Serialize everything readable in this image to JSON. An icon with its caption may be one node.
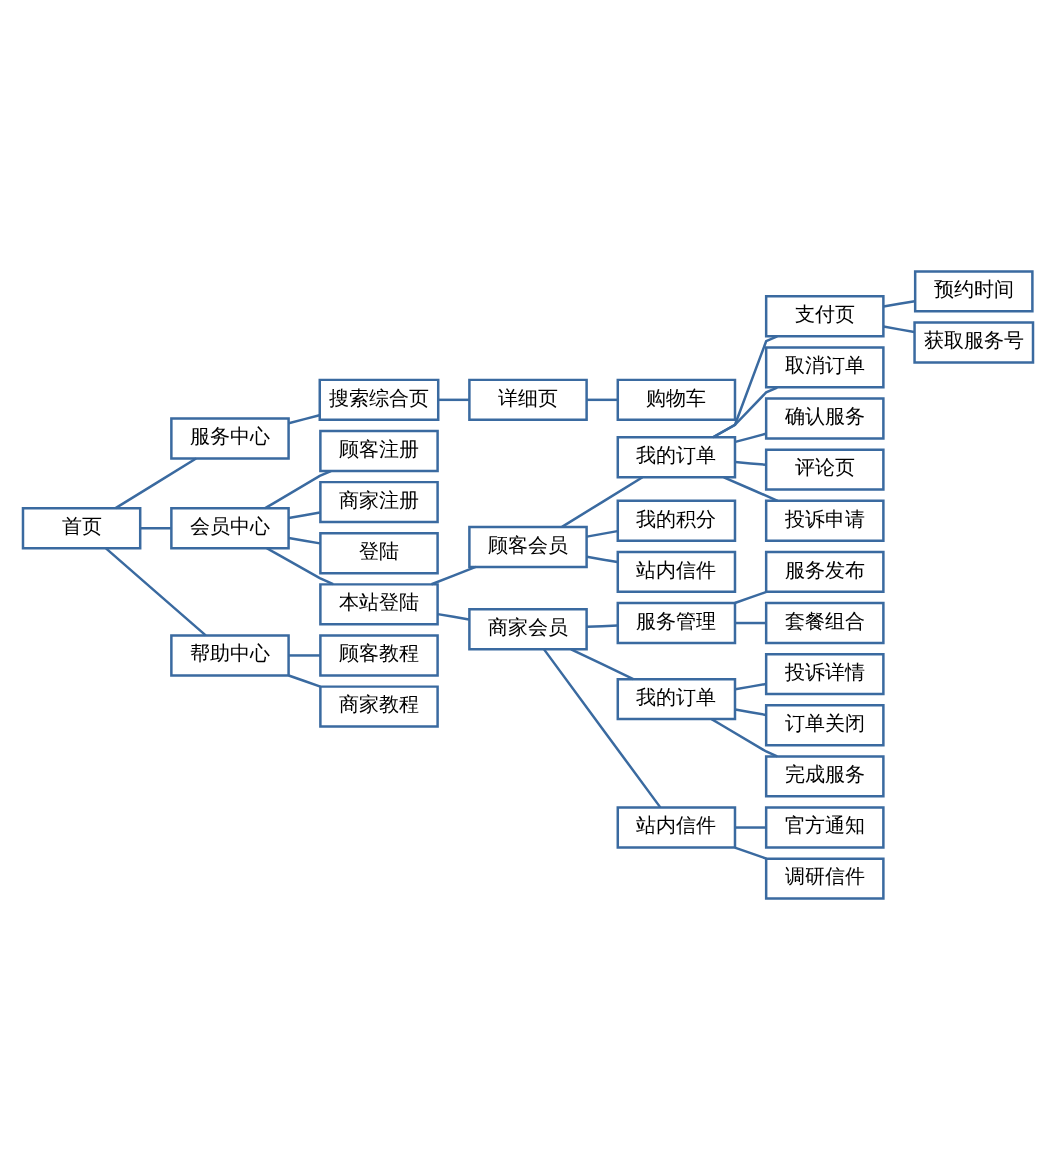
{
  "diagram": {
    "nodes": [
      {
        "text": [
          "首页"
        ]
      },
      {
        "text": [
          "服务中心"
        ]
      },
      {
        "text": [
          "会员中心"
        ]
      },
      {
        "text": [
          "帮助中心"
        ]
      },
      {
        "text": [
          "搜索综合页"
        ]
      },
      {
        "text": [
          "详细页"
        ]
      },
      {
        "text": [
          "购物车"
        ]
      },
      {
        "text": [
          "顾客注册"
        ]
      },
      {
        "text": [
          "商家注册"
        ]
      },
      {
        "text": [
          "登陆"
        ]
      },
      {
        "text": [
          "本站登陆"
        ]
      },
      {
        "text": [
          "顾客教程"
        ]
      },
      {
        "text": [
          "商家教程"
        ]
      },
      {
        "text": [
          "顾客会员"
        ]
      },
      {
        "text": [
          "商家会员"
        ]
      },
      {
        "text": [
          "我的订单"
        ]
      },
      {
        "text": [
          "支付页"
        ]
      },
      {
        "text": [
          "预约时间"
        ]
      },
      {
        "text": [
          "获取服务号"
        ]
      },
      {
        "text": [
          "取消订单"
        ]
      },
      {
        "text": [
          "确认服务"
        ]
      },
      {
        "text": [
          "评论页"
        ]
      },
      {
        "text": [
          "投诉申请"
        ]
      },
      {
        "text": [
          "我的积分"
        ]
      },
      {
        "text": [
          "站内信件"
        ]
      },
      {
        "text": [
          "服务管理"
        ]
      },
      {
        "text": [
          "服务发布"
        ]
      },
      {
        "text": [
          "套餐组合"
        ]
      },
      {
        "text": [
          "我的订单"
        ]
      },
      {
        "text": [
          "投诉详情"
        ]
      },
      {
        "text": [
          "订单关闭"
        ]
      },
      {
        "text": [
          "完成服务"
        ]
      },
      {
        "text": [
          "站内信件"
        ]
      },
      {
        "text": [
          "官方通知"
        ]
      },
      {
        "text": [
          "调研信件"
        ]
      }
    ],
    "edges": [
      {
        "from": 0,
        "to": 1,
        "arrow": "none"
      },
      {
        "from": 0,
        "to": 2,
        "arrow": "none"
      },
      {
        "from": 0,
        "to": 3,
        "arrow": "none"
      },
      {
        "from": 1,
        "to": 4,
        "arrow": "none"
      },
      {
        "from": 4,
        "to": 5,
        "arrow": "none"
      },
      {
        "from": 5,
        "to": 6,
        "arrow": "none"
      },
      {
        "from": 2,
        "to": 7,
        "arrow": "none"
      },
      {
        "from": 2,
        "to": 8,
        "arrow": "none"
      },
      {
        "from": 2,
        "to": 9,
        "arrow": "none"
      },
      {
        "from": 2,
        "to": 10,
        "arrow": "none"
      },
      {
        "from": 3,
        "to": 11,
        "arrow": "none"
      },
      {
        "from": 3,
        "to": 12,
        "arrow": "none"
      },
      {
        "from": 10,
        "to": 13,
        "arrow": "none"
      },
      {
        "from": 10,
        "to": 14,
        "arrow": "none"
      },
      {
        "from": 13,
        "to": 15,
        "arrow": "none"
      },
      {
        "from": 15,
        "to": 16,
        "arrow": "none"
      },
      {
        "from": 16,
        "to": 17,
        "arrow": "none"
      },
      {
        "from": 16,
        "to": 18,
        "arrow": "none"
      },
      {
        "from": 15,
        "to": 19,
        "arrow": "none"
      },
      {
        "from": 15,
        "to": 20,
        "arrow": "none"
      },
      {
        "from": 15,
        "to": 21,
        "arrow": "none"
      },
      {
        "from": 15,
        "to": 22,
        "arrow": "none"
      },
      {
        "from": 13,
        "to": 23,
        "arrow": "none"
      },
      {
        "from": 13,
        "to": 24,
        "arrow": "none"
      },
      {
        "from": 14,
        "to": 25,
        "arrow": "none"
      },
      {
        "from": 25,
        "to": 26,
        "arrow": "none"
      },
      {
        "from": 25,
        "to": 27,
        "arrow": "none"
      },
      {
        "from": 14,
        "to": 28,
        "arrow": "none"
      },
      {
        "from": 28,
        "to": 29,
        "arrow": "none"
      },
      {
        "from": 28,
        "to": 30,
        "arrow": "none"
      },
      {
        "from": 28,
        "to": 31,
        "arrow": "none"
      },
      {
        "from": 14,
        "to": 32,
        "arrow": "none"
      },
      {
        "from": 32,
        "to": 33,
        "arrow": "none"
      },
      {
        "from": 32,
        "to": 34,
        "arrow": "none"
      }
    ]
  }
}
